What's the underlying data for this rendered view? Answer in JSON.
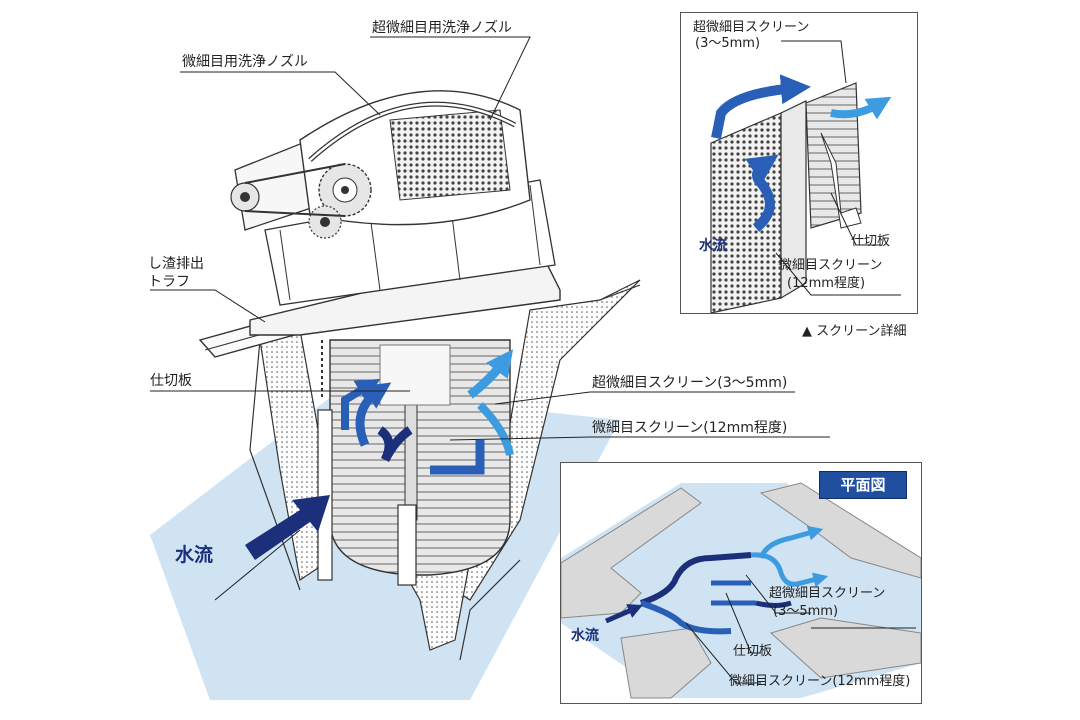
{
  "main": {
    "labels": {
      "ultra_fine_nozzle": "超微細目用洗浄ノズル",
      "fine_nozzle": "微細目用洗浄ノズル",
      "trough": "し渣排出\nトラフ",
      "partition": "仕切板",
      "ultra_fine_screen": "超微細目スクリーン(3〜5mm)",
      "fine_screen": "微細目スクリーン(12mm程度)",
      "water_flow": "水流"
    }
  },
  "detail": {
    "ultra_fine_screen": "超微細目スクリーン",
    "ultra_fine_size": "(3〜5mm)",
    "water_flow": "水流",
    "partition": "仕切板",
    "fine_screen": "微細目スクリーン",
    "fine_size": "(12mm程度)",
    "caption": "▲ スクリーン詳細"
  },
  "plan": {
    "badge": "平面図",
    "ultra_fine_screen": "超微細目スクリーン",
    "ultra_fine_size": "(3〜5mm)",
    "partition": "仕切板",
    "fine_screen": "微細目スクリーン(12mm程度)",
    "water_flow": "水流"
  },
  "colors": {
    "dark_blue": "#1c2f7a",
    "mid_blue": "#2a5fb8",
    "light_blue": "#3d9be0",
    "water": "#cfe3f3",
    "badge": "#1f4f9e"
  }
}
